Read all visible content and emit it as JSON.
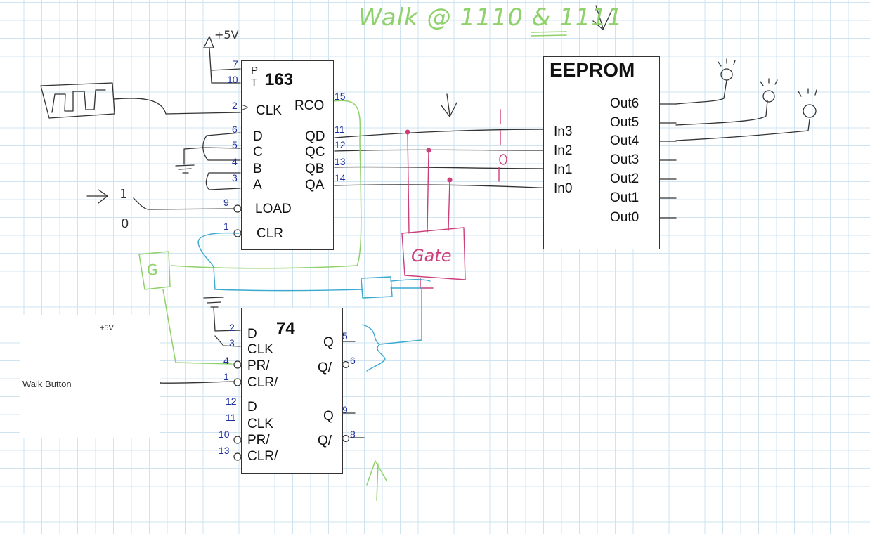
{
  "note": {
    "title": "Walk @ 1110 & 1111",
    "supply": "+5V",
    "gate": "Gate",
    "g_mark": "G",
    "one": "1",
    "zero": "0",
    "in_one": "1",
    "in_zero": "0"
  },
  "chip163": {
    "name": "163",
    "p": "P",
    "t": "T",
    "clk": "CLK",
    "rco": "RCO",
    "d": "D",
    "c": "C",
    "b": "B",
    "a": "A",
    "qd": "QD",
    "qc": "QC",
    "qb": "QB",
    "qa": "QA",
    "load": "LOAD",
    "clr": "CLR",
    "pins": {
      "p": "7",
      "t": "10",
      "clk": "2",
      "rco": "15",
      "d": "6",
      "c": "5",
      "b": "4",
      "a": "3",
      "qd": "11",
      "qc": "12",
      "qb": "13",
      "qa": "14",
      "load": "9",
      "clr": "1"
    }
  },
  "chip74": {
    "name": "74",
    "d1": "D",
    "clk1": "CLK",
    "pr1": "PR/",
    "clr1": "CLR/",
    "q1": "Q",
    "qn1": "Q/",
    "d2": "D",
    "clk2": "CLK",
    "pr2": "PR/",
    "clr2": "CLR/",
    "q2": "Q",
    "qn2": "Q/",
    "pins": {
      "d1": "2",
      "clk1": "3",
      "pr1": "4",
      "clr1": "1",
      "q1": "5",
      "qn1": "6",
      "d2": "12",
      "clk2": "11",
      "pr2": "10",
      "clr2": "13",
      "q2": "9",
      "qn2": "8"
    }
  },
  "eeprom": {
    "name": "EEPROM",
    "in3": "In3",
    "in2": "In2",
    "in1": "In1",
    "in0": "In0",
    "out6": "Out6",
    "out5": "Out5",
    "out4": "Out4",
    "out3": "Out3",
    "out2": "Out2",
    "out1": "Out1",
    "out0": "Out0"
  },
  "walk": {
    "label": "Walk Button",
    "supply": "+5V"
  },
  "colors": {
    "annotation_green": "#8fd16a",
    "gate_pink": "#cc3f7c",
    "wire_cyan": "#3aa9cf",
    "pin_number_blue": "#1f2fa0",
    "switch_red": "#c8201e",
    "grid": "#cfe3f0"
  }
}
